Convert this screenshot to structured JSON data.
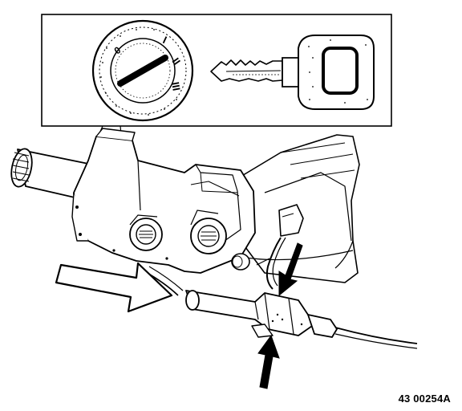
{
  "figure": {
    "code": "43 00254A"
  },
  "inset": {
    "lock_positions": [
      "0",
      "I",
      "II",
      "III"
    ]
  },
  "icons": {
    "key": "ignition-key-icon",
    "lock_cylinder": "lock-cylinder-icon",
    "arrow_push_in": "hollow-arrow-icon",
    "arrow_release_tab": "solid-arrow-icon"
  },
  "colors": {
    "ink": "#000000",
    "paper": "#ffffff"
  }
}
